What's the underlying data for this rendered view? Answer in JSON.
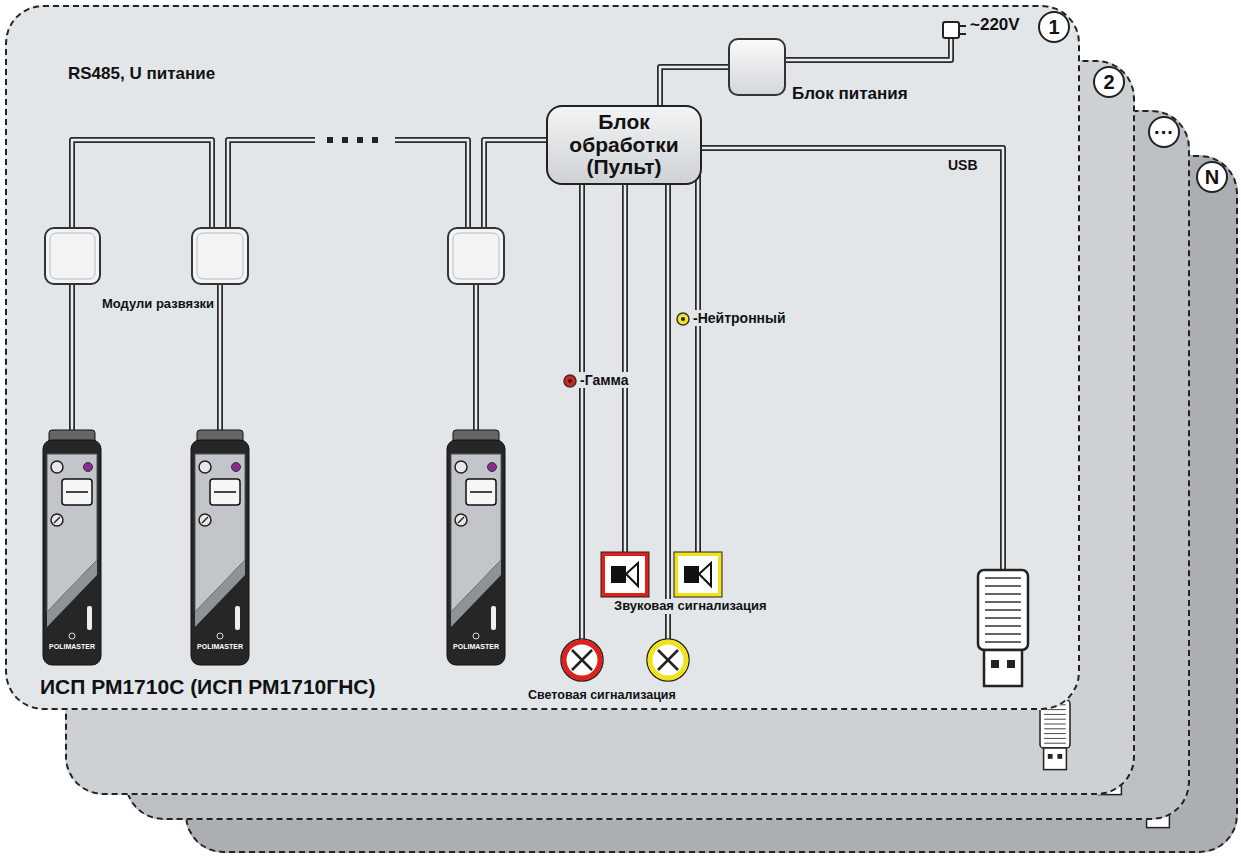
{
  "diagram": {
    "nodes": [
      {
        "text": [
          "1"
        ]
      },
      {
        "text": [
          "Блок обработки (Пульт)"
        ],
        "in": 0
      },
      {
        "text": [
          "Блок питания"
        ],
        "in": 0
      },
      {
        "text": [
          "2"
        ]
      },
      {
        "text": [
          "···"
        ]
      },
      {
        "text": [
          "N"
        ]
      }
    ],
    "edges": [
      {
        "from": 1,
        "to": 2,
        "arrow": "none"
      }
    ],
    "labels": [
      "RS485, U питание",
      "Модули развязки",
      "ИСП РМ1710С (ИСП РМ1710ГНС)",
      "~220V",
      "USB",
      "-Гамма",
      "-Нейтронный",
      "Звуковая сигнализация",
      "Световая сигнализация",
      "POLIMASTER",
      "POLIMASTER",
      "POLIMASTER"
    ]
  }
}
